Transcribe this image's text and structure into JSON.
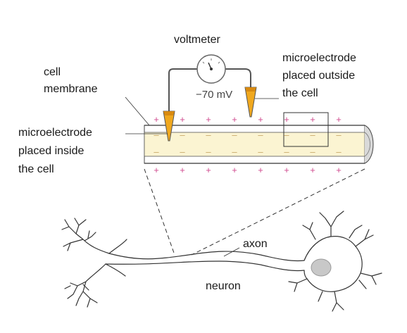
{
  "labels": {
    "voltmeter": "voltmeter",
    "reading": "−70 mV",
    "cell_membrane_line1": "cell",
    "cell_membrane_line2": "membrane",
    "inside_line1": "microelectrode",
    "inside_line2": "placed inside",
    "inside_line3": "the cell",
    "outside_line1": "microelectrode",
    "outside_line2": "placed outside",
    "outside_line3": "the cell",
    "axon": "axon",
    "neuron": "neuron"
  },
  "symbols": {
    "positive": "+",
    "negative": "–"
  },
  "colors": {
    "axon_fill": "#fbf4d2",
    "membrane_fill": "#ffffff",
    "charge_positive": "#d04a8e",
    "charge_negative": "#c9a86a",
    "electrode": "#f0a81e",
    "wire": "#555555",
    "nucleus": "#c8c8c8"
  },
  "icons": [
    "voltmeter-dial-icon",
    "electrode-probe-icon"
  ]
}
